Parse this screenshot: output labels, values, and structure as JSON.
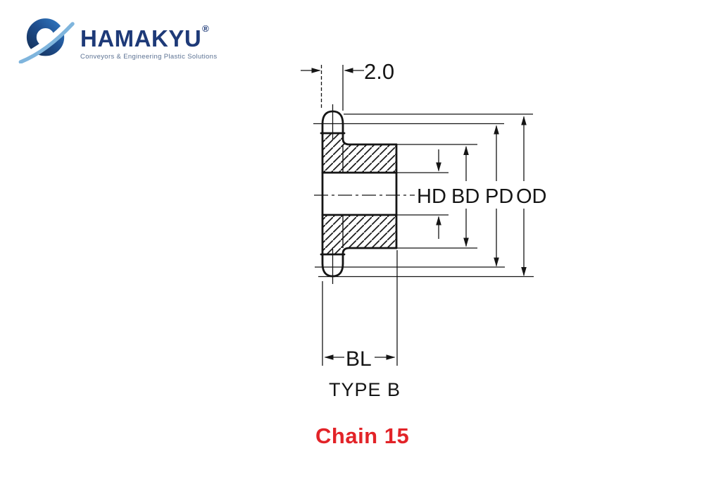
{
  "logo": {
    "brand": "HAMAKYU",
    "registered_mark": "®",
    "tagline": "Conveyors & Engineering Plastic Solutions",
    "icon": "swoosh-globe-icon",
    "colors": {
      "navy": "#1e3a78",
      "blue": "#2e72ba",
      "dark_blue": "#16345f",
      "light_blue": "#7fb5dd",
      "tagline_gray": "#5c7293"
    }
  },
  "diagram": {
    "tooth_width_value": "2.0",
    "labels": {
      "hd": "HD",
      "bd": "BD",
      "pd": "PD",
      "od": "OD",
      "bl": "BL"
    },
    "type_label": "TYPE B",
    "line_color": "#151515"
  },
  "caption": {
    "text": "Chain 15",
    "color": "#e22328"
  }
}
